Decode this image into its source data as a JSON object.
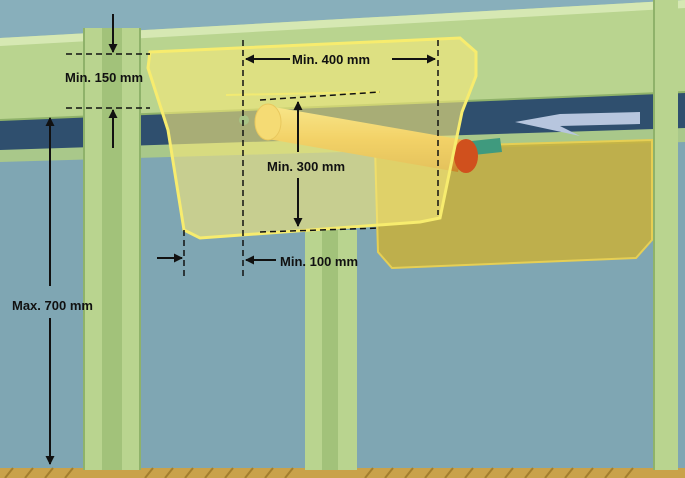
{
  "dimensions": {
    "min_150": "Min. 150 mm",
    "min_400": "Min. 400 mm",
    "min_300": "Min. 300 mm",
    "min_100": "Min. 100 mm",
    "max_700": "Max. 700 mm"
  },
  "colors": {
    "background": "#7fa6b3",
    "frame": "#b9d48f",
    "frame_edge": "#8fb26a",
    "beam_dark": "#2f4f6e",
    "guard_front": "#f3e77a",
    "guard_back": "#c9b03a",
    "roller": "#f0b048",
    "roller_cap": "#d0501d",
    "floor": "#c9a24a"
  }
}
